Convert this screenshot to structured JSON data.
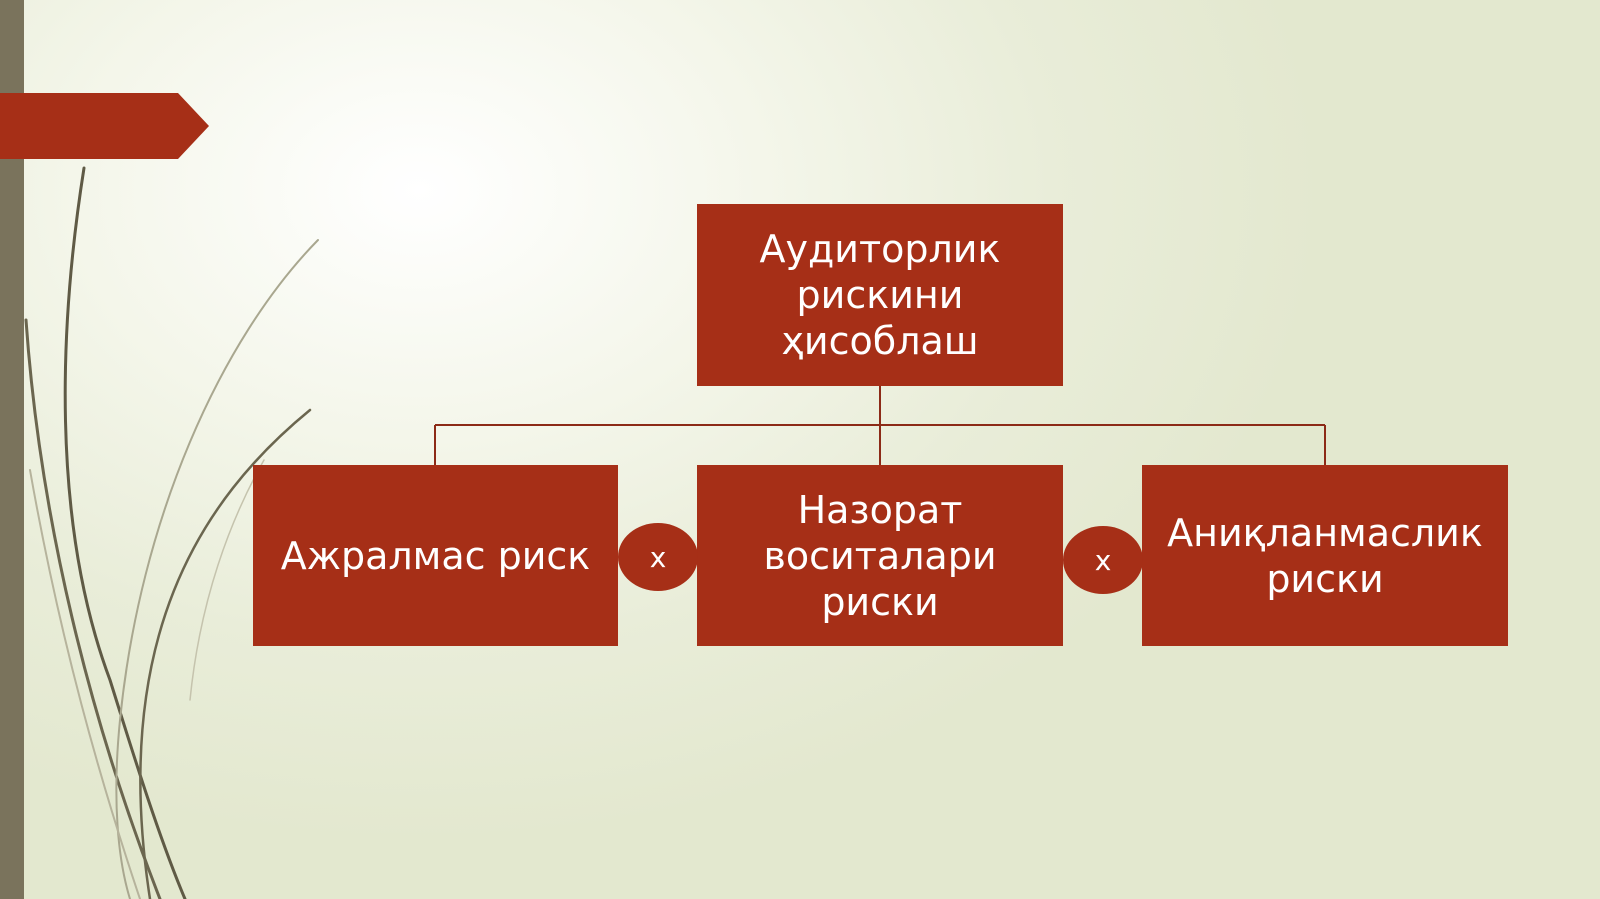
{
  "diagram": {
    "root": {
      "label": "Аудиторлик рискини ҳисоблаш"
    },
    "children": [
      {
        "label": "Ажралмас риск"
      },
      {
        "label": "Назорат воситалари риски"
      },
      {
        "label": "Аниқланмаслик риски"
      }
    ],
    "operators": [
      "x",
      "x"
    ]
  },
  "colors": {
    "box": "#a62f17",
    "connector": "#8c2a17",
    "left_bar": "#7a735c",
    "tab": "#a62f17"
  }
}
